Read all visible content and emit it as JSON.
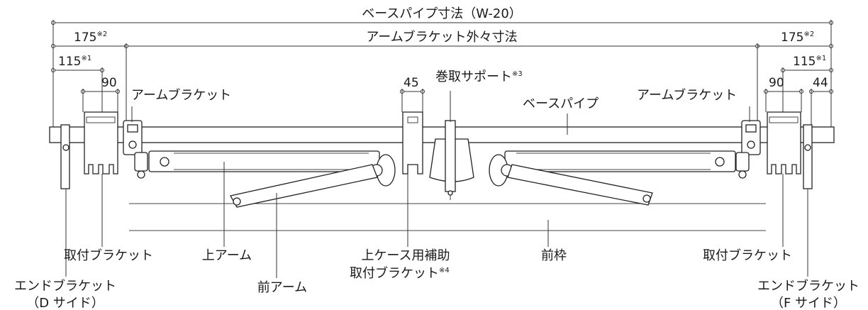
{
  "dimensions": {
    "base_pipe": "ベースパイプ寸法（W-20）",
    "arm_bracket_outer": "アームブラケット外々寸法",
    "d175": "175",
    "d175_note": "※2",
    "d115": "115",
    "d115_note": "※1",
    "d90": "90",
    "d45": "45",
    "d44": "44"
  },
  "labels": {
    "arm_bracket": "アームブラケット",
    "winding_support": "巻取サポート",
    "winding_support_note": "※3",
    "base_pipe": "ベースパイプ",
    "mount_bracket": "取付ブラケット",
    "upper_arm": "上アーム",
    "front_arm": "前アーム",
    "upper_case_bracket_line1": "上ケース用補助",
    "upper_case_bracket_line2": "取付ブラケット",
    "upper_case_bracket_note": "※4",
    "front_frame": "前枠",
    "end_bracket": "エンドブラケット",
    "d_side": "（D サイド）",
    "f_side": "（F サイド）"
  }
}
